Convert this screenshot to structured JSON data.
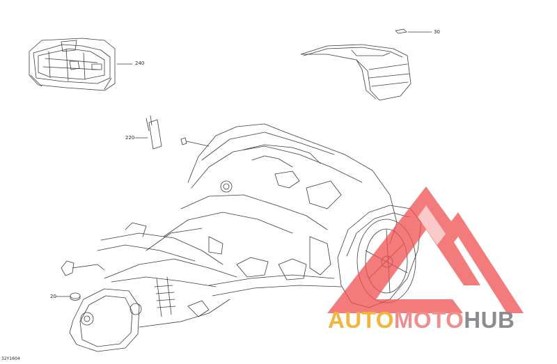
{
  "callouts": {
    "c240": "240",
    "c30": "30",
    "c220": "220",
    "c20": "20"
  },
  "figure_id": "32Y1604",
  "watermark": {
    "word1": "AUTO",
    "word2": "MOTO",
    "word3": "HUB"
  },
  "colors": {
    "line": "#3a3a3a",
    "logo_red": "#ef4f4f",
    "logo_yellow": "#f2b43a",
    "logo_pink": "#ef8e8f",
    "logo_gray": "#8a8c90"
  }
}
